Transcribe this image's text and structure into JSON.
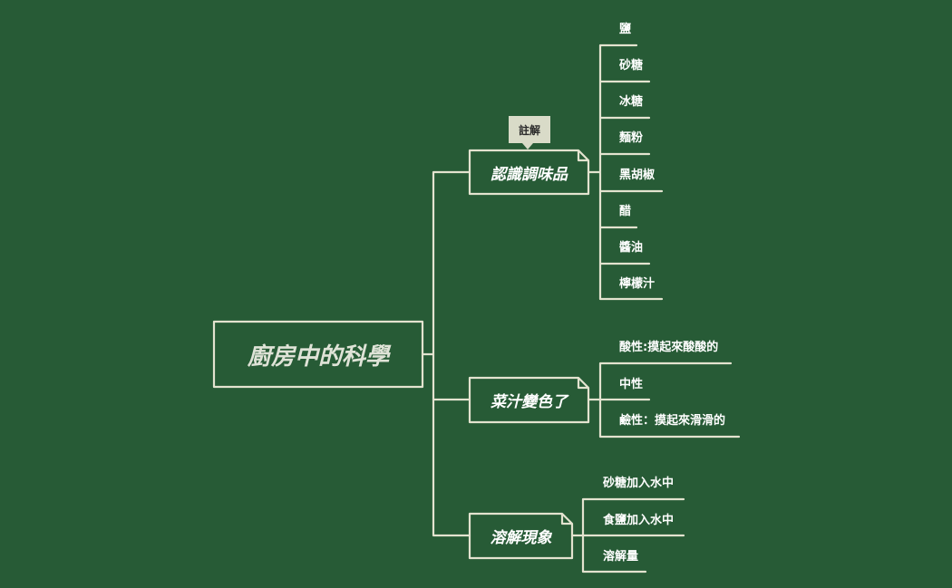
{
  "mindmap": {
    "root": {
      "label": "廚房中的科學"
    },
    "topics": [
      {
        "label": "認識調味品",
        "note": "註解",
        "children": [
          "鹽",
          "砂糖",
          "冰糖",
          "麵粉",
          "黑胡椒",
          "醋",
          "醬油",
          "檸檬汁"
        ]
      },
      {
        "label": "菜汁變色了",
        "children": [
          "酸性:摸起來酸酸的",
          "中性",
          "鹼性：摸起來滑滑的"
        ]
      },
      {
        "label": "溶解現象",
        "children": [
          "砂糖加入水中",
          "食鹽加入水中",
          "溶解量"
        ]
      }
    ]
  },
  "colors": {
    "background": "#275b36",
    "line": "#e3e3cf",
    "note_background": "#d9dbc8"
  }
}
